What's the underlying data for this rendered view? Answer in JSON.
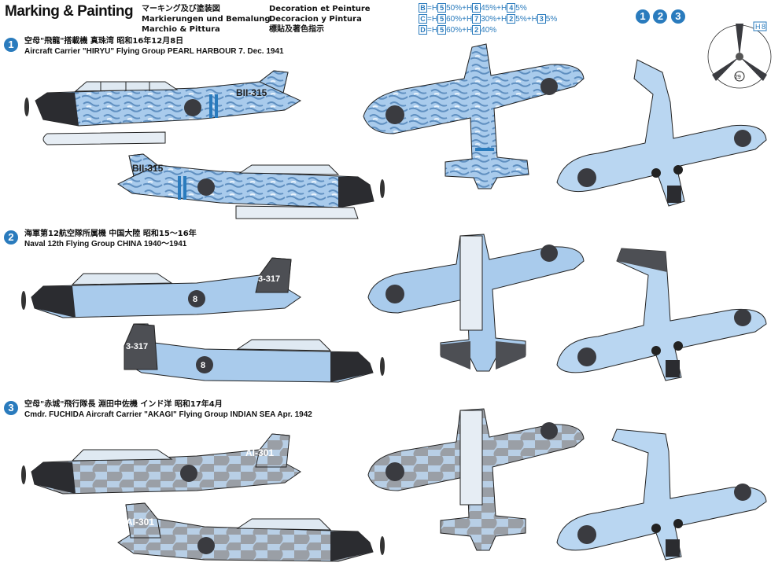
{
  "header": {
    "title": "Marking & Painting",
    "col2": [
      "マーキング及び塗装図",
      "Markierungen und Bemalung",
      "Marchio & Pittura"
    ],
    "col3": [
      "Decoration et Peinture",
      "Decoracion y Pintura",
      "標貼及著色指示"
    ]
  },
  "mixes": [
    {
      "key": "B",
      "parts": [
        {
          "c": "H",
          "n": "5"
        },
        {
          "t": "50%+"
        },
        {
          "c": "H",
          "n": "6"
        },
        {
          "t": "45%+"
        },
        {
          "c": "H",
          "n": "4"
        },
        {
          "t": "5%"
        }
      ]
    },
    {
      "key": "C",
      "parts": [
        {
          "c": "H",
          "n": "5"
        },
        {
          "t": "60%+"
        },
        {
          "c": "H",
          "n": "7"
        },
        {
          "t": "30%+"
        },
        {
          "c": "H",
          "n": "2"
        },
        {
          "t": "5%+"
        },
        {
          "c": "H",
          "n": "3"
        },
        {
          "t": "5%"
        }
      ]
    },
    {
      "key": "D",
      "parts": [
        {
          "c": "H",
          "n": "5"
        },
        {
          "t": "60%+"
        },
        {
          "c": "H",
          "n": "2"
        },
        {
          "t": "40%"
        }
      ]
    }
  ],
  "badges": [
    "1",
    "2",
    "3"
  ],
  "sections": [
    {
      "num": "1",
      "jp": "空母\"飛龍\"搭載機 真珠湾 昭和16年12月8日",
      "en": "Aircraft Carrier \"HIRYU\" Flying Group PEARL HARBOUR 7. Dec. 1941",
      "code": "BII-315"
    },
    {
      "num": "2",
      "jp": "海軍第12航空隊所属機 中国大陸 昭和15〜16年",
      "en": "Naval 12th Flying Group CHINA 1940〜1941",
      "code": "3-317",
      "roundel": "8"
    },
    {
      "num": "3",
      "jp": "空母\"赤城\"飛行隊長 淵田中佐機 インド洋 昭和17年4月",
      "en": "Cmdr. FUCHIDA Aircraft Carrier \"AKAGI\" Flying Group INDIAN SEA Apr. 1942",
      "code": "AI-301"
    }
  ],
  "prop_callouts": [
    {
      "c": "H",
      "n": "8"
    },
    {
      "t": "29"
    }
  ],
  "colors": {
    "accent": "#2a7bbd",
    "sky_blue": "#a9cbec",
    "light_blue": "#b9d6f1",
    "camo_gray": "#9a9fa6",
    "engine_black": "#2b2c30",
    "hinomaru": "#3a3b40",
    "tail_gray": "#4d4f54"
  }
}
